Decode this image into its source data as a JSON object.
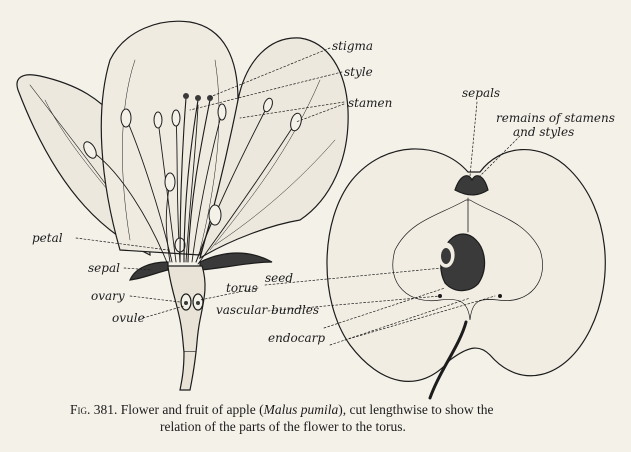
{
  "labels": {
    "stigma": "stigma",
    "style": "style",
    "stamen": "stamen",
    "sepals": "sepals",
    "remains_line1": "remains of stamens",
    "remains_line2": "and styles",
    "petal": "petal",
    "sepal": "sepal",
    "ovary": "ovary",
    "torus": "torus",
    "ovule": "ovule",
    "seed": "seed",
    "vascular_bundles": "vascular bundles",
    "endocarp": "endocarp"
  },
  "caption": {
    "fig_label": "Fig. 381.",
    "line1_pre": "Flower and fruit of apple (",
    "species": "Malus pumila",
    "line1_post": "), cut lengthwise to show the",
    "line2": "relation of the parts of the flower to the torus."
  },
  "colors": {
    "ink": "#1c1c1c",
    "paper": "#f4f1e9",
    "dark_fill": "#3a3a3a"
  }
}
